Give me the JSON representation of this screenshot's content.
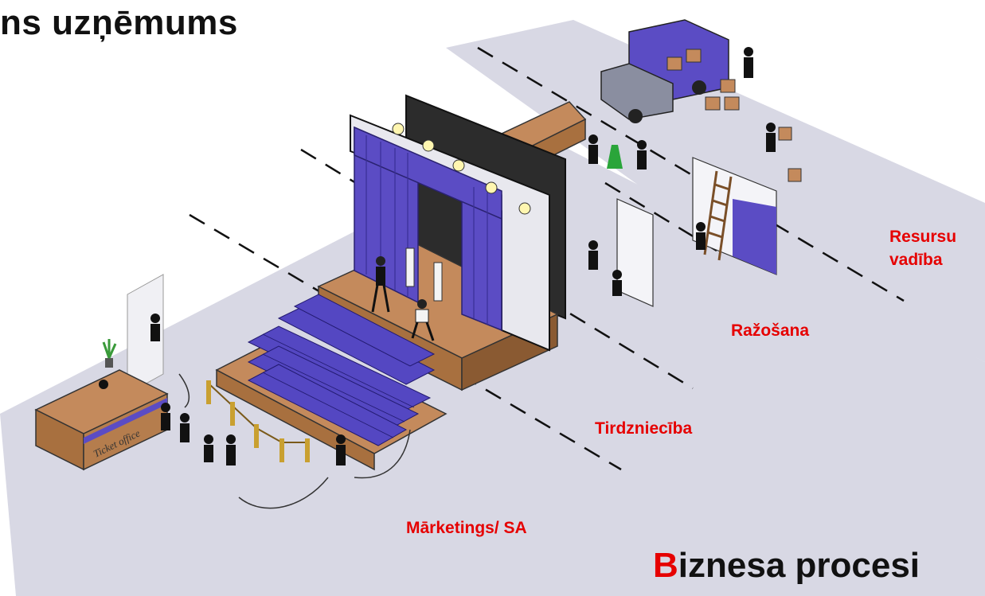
{
  "title": "ns uzņēmums",
  "bottom_title": {
    "first_letter": "B",
    "rest": "iznesa procesi"
  },
  "zones": [
    {
      "id": "marketing",
      "label": "Mārketings/ SA"
    },
    {
      "id": "trade",
      "label": "Tirdzniecība"
    },
    {
      "id": "production",
      "label": "Ražošana"
    },
    {
      "id": "resources",
      "label_line1": "Resursu",
      "label_line2": "vadība"
    }
  ],
  "ticket_office_sign": "Ticket office",
  "colors": {
    "floor": "#d8d8e4",
    "curtain": "#5b4cc4",
    "seat": "#5447c2",
    "wood": "#c48a5c",
    "truck": "#5b4cc4",
    "label_red": "#e60000"
  }
}
